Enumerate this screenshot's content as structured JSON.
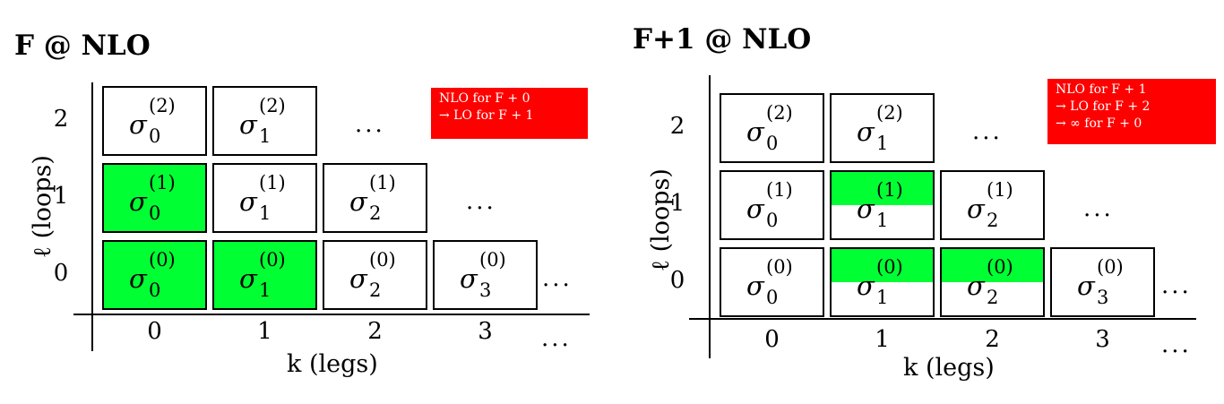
{
  "panels": [
    {
      "title": "F @ NLO",
      "xlabel": "k (legs)",
      "ylabel": "ℓ (loops)",
      "x_ticks": [
        "0",
        "1",
        "2",
        "3"
      ],
      "y_ticks": [
        "2",
        "1",
        "0"
      ],
      "dots": "...",
      "note_lines": [
        "NLO for F + 0",
        "→ LO for F + 1"
      ],
      "note_color": "#ff0000",
      "cells": [
        {
          "k": 0,
          "l": 2,
          "sub": "0",
          "sup": "(2)",
          "fill": 0
        },
        {
          "k": 1,
          "l": 2,
          "sub": "1",
          "sup": "(2)",
          "fill": 0
        },
        {
          "k": 0,
          "l": 1,
          "sub": "0",
          "sup": "(1)",
          "fill": 1
        },
        {
          "k": 1,
          "l": 1,
          "sub": "1",
          "sup": "(1)",
          "fill": 0
        },
        {
          "k": 2,
          "l": 1,
          "sub": "2",
          "sup": "(1)",
          "fill": 0
        },
        {
          "k": 0,
          "l": 0,
          "sub": "0",
          "sup": "(0)",
          "fill": 1
        },
        {
          "k": 1,
          "l": 0,
          "sub": "1",
          "sup": "(0)",
          "fill": 1
        },
        {
          "k": 2,
          "l": 0,
          "sub": "2",
          "sup": "(0)",
          "fill": 0
        },
        {
          "k": 3,
          "l": 0,
          "sub": "3",
          "sup": "(0)",
          "fill": 0
        }
      ]
    },
    {
      "title": "F+1 @ NLO",
      "xlabel": "k (legs)",
      "ylabel": "ℓ (loops)",
      "x_ticks": [
        "0",
        "1",
        "2",
        "3"
      ],
      "y_ticks": [
        "2",
        "1",
        "0"
      ],
      "dots": "...",
      "note_lines": [
        "NLO for F + 1",
        "→ LO for F + 2",
        "→ ∞ for F + 0"
      ],
      "note_color": "#ff0000",
      "cells": [
        {
          "k": 0,
          "l": 2,
          "sub": "0",
          "sup": "(2)",
          "fill": 0
        },
        {
          "k": 1,
          "l": 2,
          "sub": "1",
          "sup": "(2)",
          "fill": 0
        },
        {
          "k": 0,
          "l": 1,
          "sub": "0",
          "sup": "(1)",
          "fill": 0
        },
        {
          "k": 1,
          "l": 1,
          "sub": "1",
          "sup": "(1)",
          "fill": 0.5
        },
        {
          "k": 2,
          "l": 1,
          "sub": "2",
          "sup": "(1)",
          "fill": 0
        },
        {
          "k": 0,
          "l": 0,
          "sub": "0",
          "sup": "(0)",
          "fill": 0
        },
        {
          "k": 1,
          "l": 0,
          "sub": "1",
          "sup": "(0)",
          "fill": 0.5
        },
        {
          "k": 2,
          "l": 0,
          "sub": "2",
          "sup": "(0)",
          "fill": 0.5
        },
        {
          "k": 3,
          "l": 0,
          "sub": "3",
          "sup": "(0)",
          "fill": 0
        }
      ]
    }
  ],
  "symbol": "σ",
  "fill_color": "#00ff33"
}
